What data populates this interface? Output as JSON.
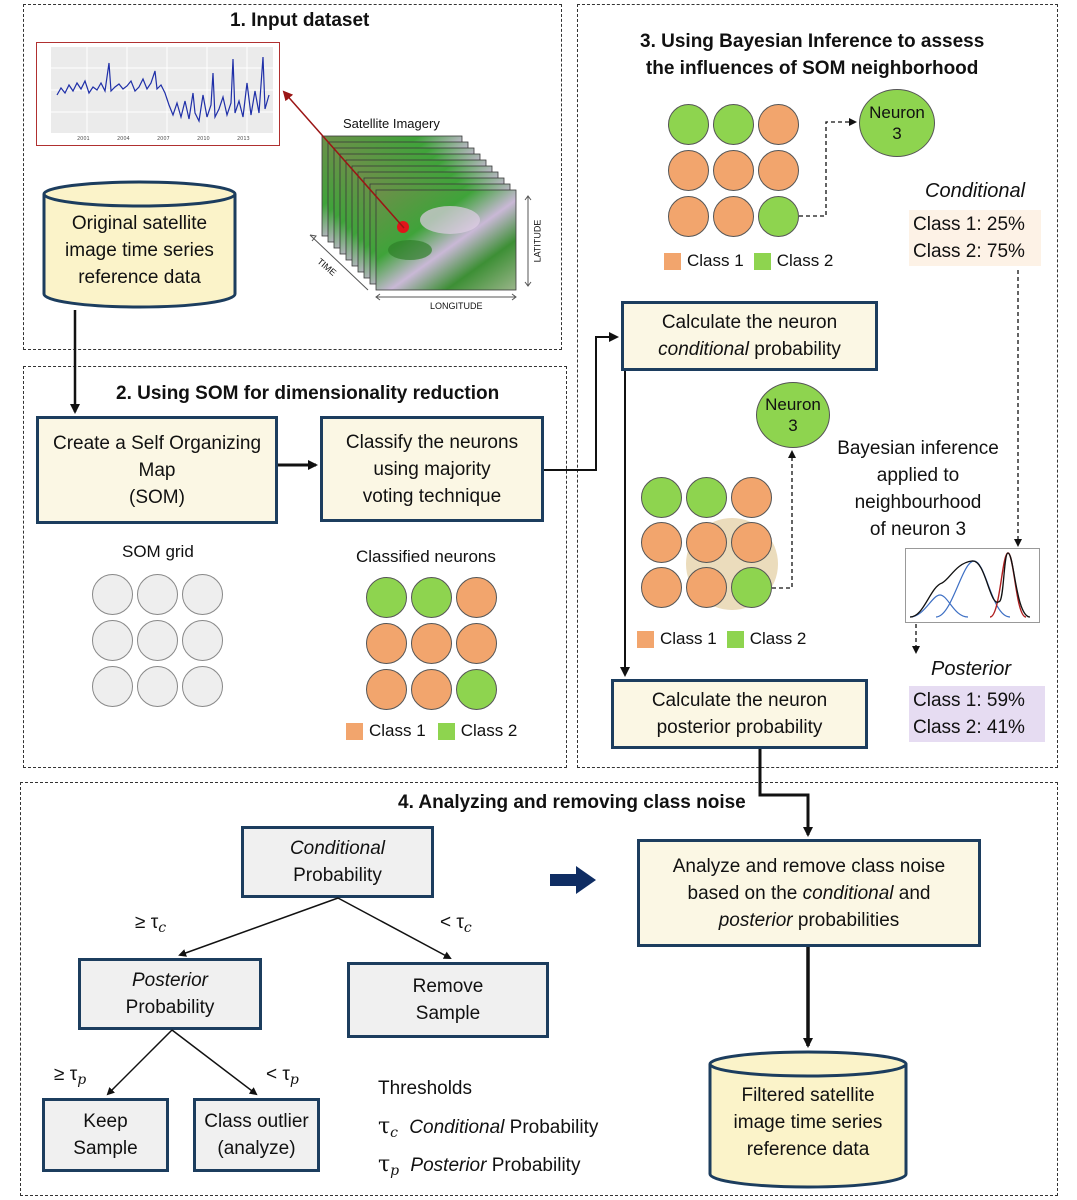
{
  "section1": {
    "title": "1. Input dataset",
    "satellite_label": "Satellite Imagery",
    "axis_time": "TIME",
    "axis_longitude": "LONGITUDE",
    "axis_latitude": "LATITUDE",
    "cylinder_lines": [
      "Original satellite",
      "image time series",
      "reference data"
    ]
  },
  "section2": {
    "title": "2. Using SOM for dimensionality reduction",
    "create_box": [
      "Create a Self Organizing",
      "Map",
      "(SOM)"
    ],
    "classify_box": [
      "Classify the neurons",
      "using majority",
      "voting technique"
    ],
    "som_grid_label": "SOM grid",
    "classified_label": "Classified neurons",
    "legend_class1": "Class 1",
    "legend_class2": "Class 2"
  },
  "section3": {
    "title_line1": "3. Using Bayesian Inference to assess",
    "title_line2": "the influences of SOM neighborhood",
    "neuron_top": [
      "Neuron",
      "3"
    ],
    "neuron_mid": [
      "Neuron",
      "3"
    ],
    "legend_class1": "Class 1",
    "legend_class2": "Class 2",
    "conditional_label": "Conditional",
    "conditional_c1": "Class 1: 25%",
    "conditional_c2": "Class 2: 75%",
    "calc_conditional": [
      "Calculate the neuron",
      "conditional",
      " probability"
    ],
    "bayes_text": [
      "Bayesian inference",
      "applied to",
      "neighbourhood",
      "of neuron 3"
    ],
    "posterior_label": "Posterior",
    "posterior_c1": "Class 1: 59%",
    "posterior_c2": "Class 2: 41%",
    "calc_posterior": [
      "Calculate the neuron",
      "posterior probability"
    ]
  },
  "section4": {
    "title": "4. Analyzing and removing class noise",
    "cond_box": [
      "Conditional",
      "Probability"
    ],
    "post_box": [
      "Posterior",
      "Probability"
    ],
    "remove_box": [
      "Remove",
      "Sample"
    ],
    "keep_box": [
      "Keep",
      "Sample"
    ],
    "outlier_box": [
      "Class outlier",
      "(analyze)"
    ],
    "ge_tc": "≥ τ",
    "lt_tc": "< τ",
    "ge_tp": "≥ τ",
    "lt_tp": "< τ",
    "sub_c": "c",
    "sub_p": "p",
    "thresholds": "Thresholds",
    "thr_c_italic": "Conditional",
    "thr_p_italic": "Posterior",
    "thr_prob": " Probability",
    "analyze_box": [
      "Analyze and remove class noise",
      "based on the ",
      "conditional",
      " and",
      "posterior",
      " probabilities"
    ],
    "filtered_lines": [
      "Filtered satellite",
      "image time series",
      "reference data"
    ]
  },
  "colors": {
    "class1": "#f2a56d",
    "class2": "#8ed44f",
    "box_fill": "#fbf7e4",
    "box_border": "#1c3d5e",
    "cylinder_fill": "#fbf3c9",
    "conditional_fill": "#fdf2e6",
    "posterior_fill": "#e6dcf2",
    "big_arrow": "#0f2d63"
  },
  "icons": [
    "timeseries-plot",
    "satellite-image-stack",
    "database-cylinder",
    "gaussian-curves",
    "right-arrow"
  ]
}
